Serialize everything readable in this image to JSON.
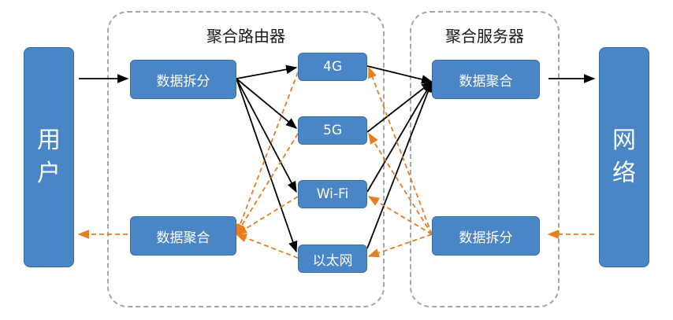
{
  "groups": {
    "router_title": "聚合路由器",
    "server_title": "聚合服务器"
  },
  "endpoints": {
    "user": "用户",
    "network": "网络"
  },
  "router": {
    "split": "数据拆分",
    "aggregate": "数据聚合"
  },
  "server": {
    "aggregate": "数据聚合",
    "split": "数据拆分"
  },
  "links": {
    "l4g": "4G",
    "l5g": "5G",
    "wifi": "Wi-Fi",
    "ethernet": "以太网"
  },
  "colors": {
    "box_fill": "#4a86c5",
    "upstream_arrow": "#000000",
    "downstream_arrow": "#e67e22",
    "group_border": "#a6a6a6"
  }
}
